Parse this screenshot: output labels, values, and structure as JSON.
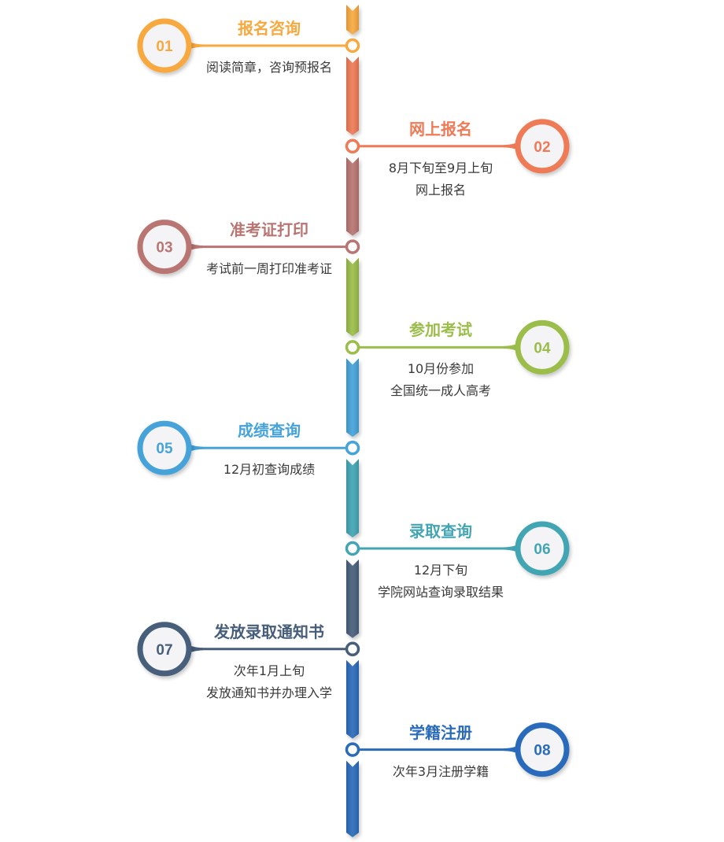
{
  "steps": [
    {
      "number": "01",
      "title": "报名咨询",
      "lines": [
        "阅读简章，咨询预报名"
      ],
      "color": "#F7A93F",
      "side": "left"
    },
    {
      "number": "02",
      "title": "网上报名",
      "lines": [
        "8月下旬至9月上旬",
        "网上报名"
      ],
      "color": "#EE7A57",
      "side": "right"
    },
    {
      "number": "03",
      "title": "准考证打印",
      "lines": [
        "考试前一周打印准考证"
      ],
      "color": "#B87571",
      "side": "left"
    },
    {
      "number": "04",
      "title": "参加考试",
      "lines": [
        "10月份参加",
        "全国统一成人高考"
      ],
      "color": "#9BBD4A",
      "side": "right"
    },
    {
      "number": "05",
      "title": "成绩查询",
      "lines": [
        "12月初查询成绩"
      ],
      "color": "#45A3D9",
      "side": "left"
    },
    {
      "number": "06",
      "title": "录取查询",
      "lines": [
        "12月下旬",
        "学院网站查询录取结果"
      ],
      "color": "#43A5B3",
      "side": "right"
    },
    {
      "number": "07",
      "title": "发放录取通知书",
      "lines": [
        "次年1月上旬",
        "发放通知书并办理入学"
      ],
      "color": "#465E7A",
      "side": "left"
    },
    {
      "number": "08",
      "title": "学籍注册",
      "lines": [
        "次年3月注册学籍"
      ],
      "color": "#2A6BBA",
      "side": "right"
    }
  ]
}
